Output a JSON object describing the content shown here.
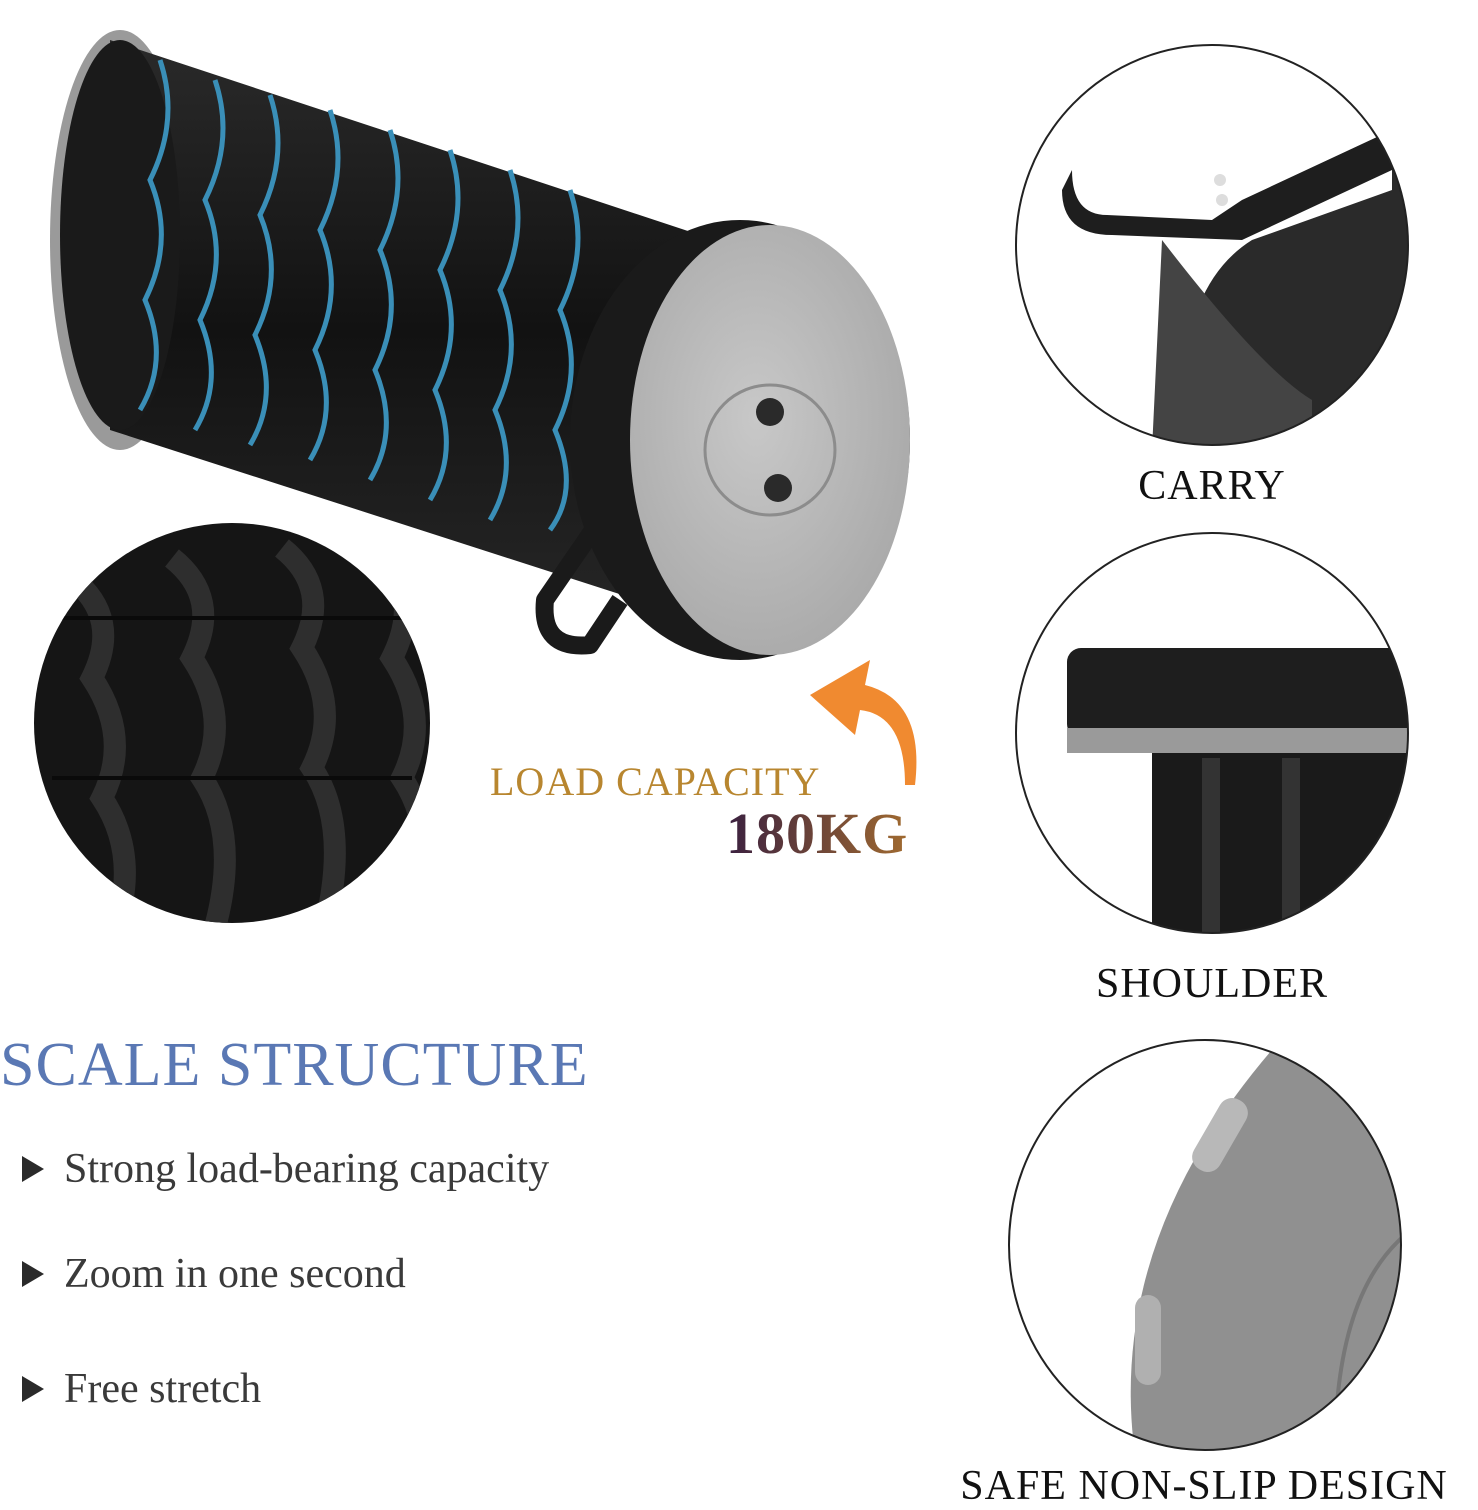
{
  "load": {
    "label": "LOAD CAPACITY",
    "value": "180KG"
  },
  "section": {
    "title": "SCALE STRUCTURE"
  },
  "features": [
    "Strong load-bearing capacity",
    "Zoom in one second",
    "Free stretch"
  ],
  "details": [
    {
      "caption": "CARRY"
    },
    {
      "caption": "SHOULDER"
    },
    {
      "caption": "SAFE NON-SLIP DESIGN"
    }
  ],
  "colors": {
    "accent_title": "#5a78b4",
    "load_label": "#b8862f",
    "arrow": "#f08a30",
    "stool_body": "#1e1e1e",
    "stool_stripe": "#3a8fb8",
    "seat_grey": "#b8b8b8"
  }
}
